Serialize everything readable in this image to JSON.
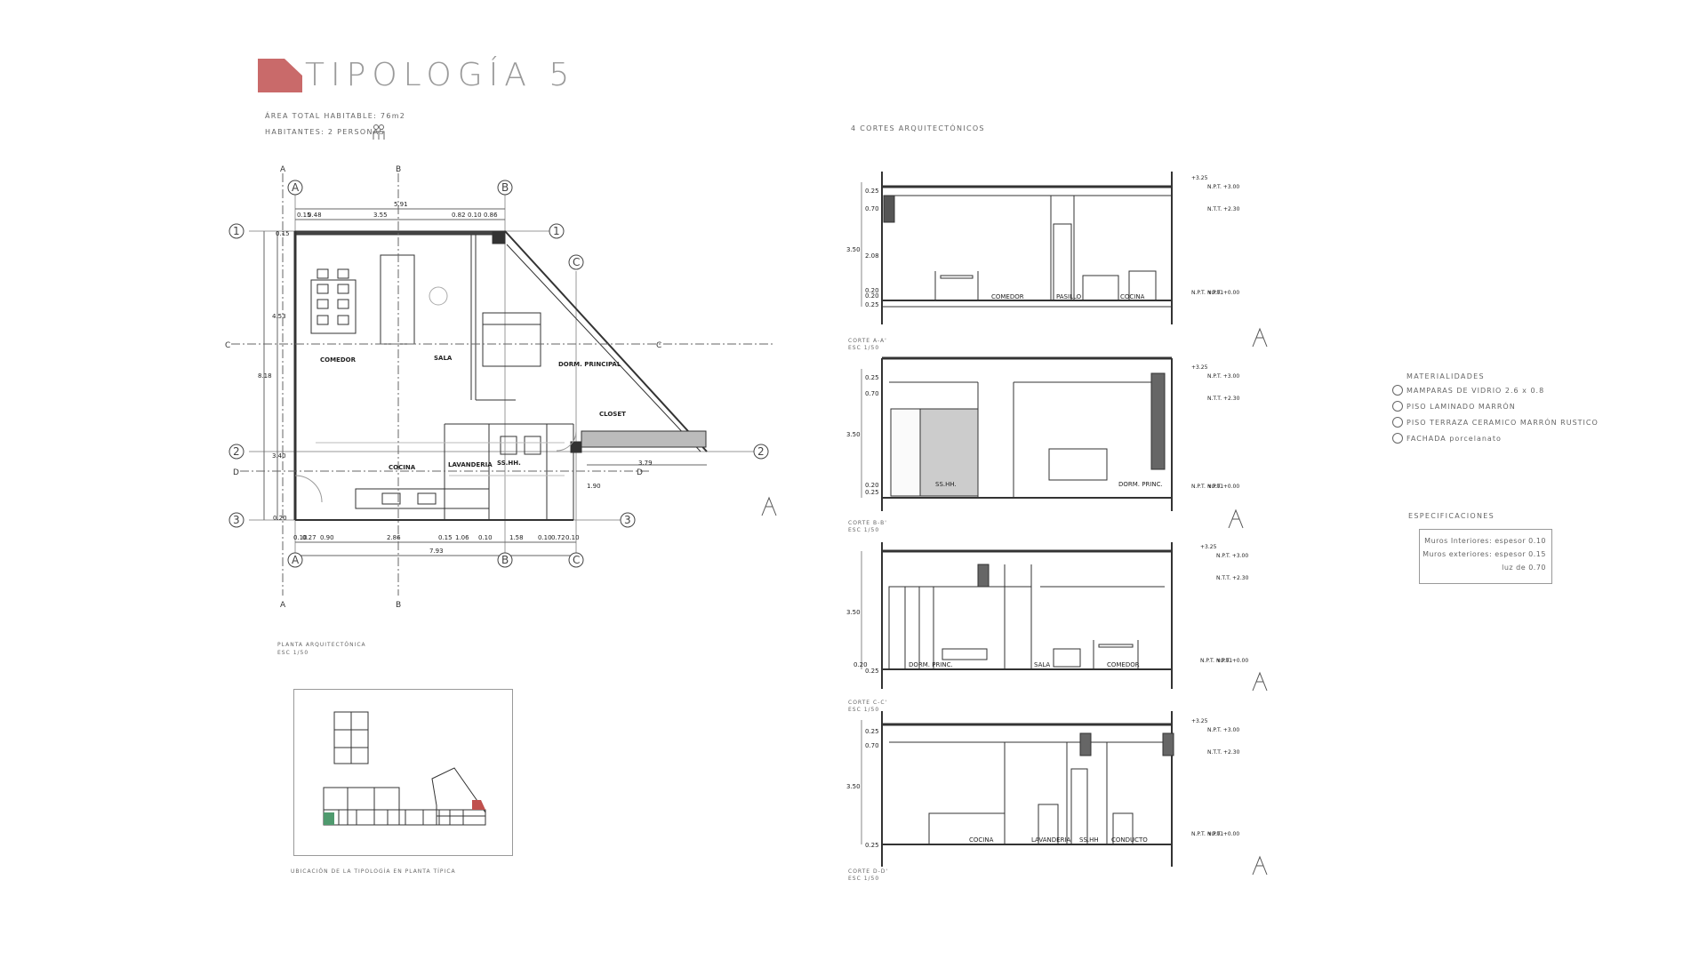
{
  "header": {
    "title": "TIPOLOGÍA  5",
    "area": "ÁREA TOTAL HABITABLE: 76m2",
    "inhabitants": "HABITANTES: 2 PERSONAS",
    "cuts_title": "4 CORTES ARQUITECTÓNICOS"
  },
  "plan": {
    "caption": "PLANTA ARQUITECTÓNICA",
    "scale": "ESC 1/50",
    "axes": {
      "rows": [
        "1",
        "2",
        "3"
      ],
      "cols": [
        "A",
        "B",
        "C"
      ],
      "cuts": [
        "A",
        "B",
        "C",
        "D"
      ]
    },
    "rooms": [
      "COMEDOR",
      "SALA",
      "DORM. PRINCIPAL",
      "CLOSET",
      "COCINA",
      "LAVANDERIA",
      "SS.HH."
    ],
    "dims_top": [
      "5.91",
      "0.15",
      "0.48",
      "3.55",
      "0.82",
      "0.10",
      "0.86"
    ],
    "dims_bottom": [
      "0.10",
      "0.27",
      "0.90",
      "2.86",
      "0.15",
      "1.06",
      "0.10",
      "1.58",
      "0.10",
      "0.72",
      "0.10",
      "7.93"
    ],
    "dims_left": [
      "0.15",
      "4.53",
      "8.18",
      "3.40",
      "0.20"
    ],
    "dims_right": [
      "3.79",
      "1.90"
    ]
  },
  "location": {
    "caption": "UBICACIÓN DE LA TIPOLOGÍA EN PLANTA TÍPICA"
  },
  "sections": [
    {
      "caption": "CORTE A-A'",
      "scale": "ESC 1/50",
      "rooms": [
        "COMEDOR",
        "PASILLO",
        "COCINA"
      ],
      "dims": [
        "0.25",
        "0.70",
        "3.50",
        "2.08",
        "0.20",
        "0.20",
        "0.25"
      ],
      "levels": [
        "+3.25",
        "N.P.T. +3.00",
        "N.T.T. +2.30",
        "N.P.T. +0.01",
        "N.P.T. +0.00"
      ]
    },
    {
      "caption": "CORTE B-B'",
      "scale": "ESC 1/50",
      "rooms": [
        "SS.HH.",
        "DORM. PRINC."
      ],
      "dims": [
        "0.25",
        "0.70",
        "3.50",
        "0.20",
        "0.25"
      ],
      "levels": [
        "+3.25",
        "N.P.T. +3.00",
        "N.T.T. +2.30",
        "N.P.T. +0.01",
        "N.P.T. +0.00"
      ]
    },
    {
      "caption": "CORTE C-C'",
      "scale": "ESC 1/50",
      "rooms": [
        "DORM. PRINC.",
        "SALA",
        "COMEDOR"
      ],
      "dims": [
        "3.50",
        "0.20",
        "0.25"
      ],
      "levels": [
        "+3.25",
        "N.P.T. +3.00",
        "N.T.T. +2.30",
        "N.P.T. +0.01",
        "N.P.T. +0.00"
      ]
    },
    {
      "caption": "CORTE D-D'",
      "scale": "ESC 1/50",
      "rooms": [
        "COCINA",
        "LAVANDERIA",
        "SS.HH",
        "CONDUCTO"
      ],
      "dims": [
        "0.25",
        "0.70",
        "3.50",
        "0.25"
      ],
      "levels": [
        "+3.25",
        "N.P.T. +3.00",
        "N.T.T. +2.30",
        "N.P.T. +0.01",
        "N.P.T. +0.00"
      ]
    }
  ],
  "materials": {
    "title": "MATERIALIDADES",
    "items": [
      "MAMPARAS DE VIDRIO 2.6 x 0.8",
      "PISO LAMINADO MARRÓN",
      "PISO TERRAZA CERAMICO MARRÓN RUSTICO",
      "FACHADA  porcelanato"
    ]
  },
  "specs": {
    "title": "ESPECIFICACIONES",
    "items": [
      "Muros Interiores: espesor 0.10",
      "Muros exteriores: espesor 0.15",
      "luz de 0.70"
    ]
  },
  "colors": {
    "accent": "#c96a6a",
    "highlight_green": "#4f9a6e",
    "highlight_red": "#c0504d",
    "wall_dark": "#555555"
  }
}
